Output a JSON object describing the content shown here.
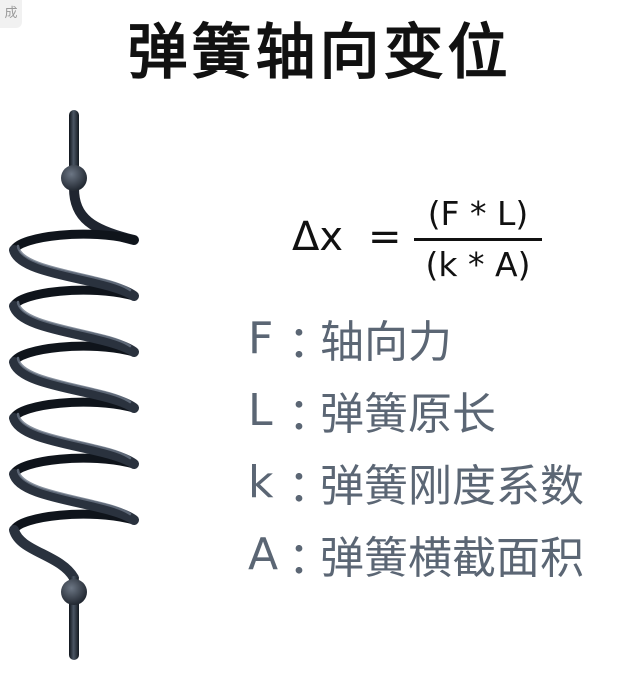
{
  "corner_tag": "成",
  "title": "弹簧轴向变位",
  "formula": {
    "lhs": "Δx",
    "equals": "=",
    "numerator": "(F * L)",
    "denominator": "(k * A)"
  },
  "legend": [
    {
      "symbol": "F",
      "colon": "：",
      "text": "轴向力"
    },
    {
      "symbol": "L",
      "colon": "：",
      "text": "弹簧原长"
    },
    {
      "symbol": "k",
      "colon": "：",
      "text": "弹簧刚度系数"
    },
    {
      "symbol": "A",
      "colon": "：",
      "text": "弹簧横截面积"
    }
  ],
  "colors": {
    "title": "#111111",
    "legend_text": "#5b6674",
    "spring_steel": "#1f2530"
  },
  "icons": {
    "spring": "coil-spring-illustration"
  }
}
